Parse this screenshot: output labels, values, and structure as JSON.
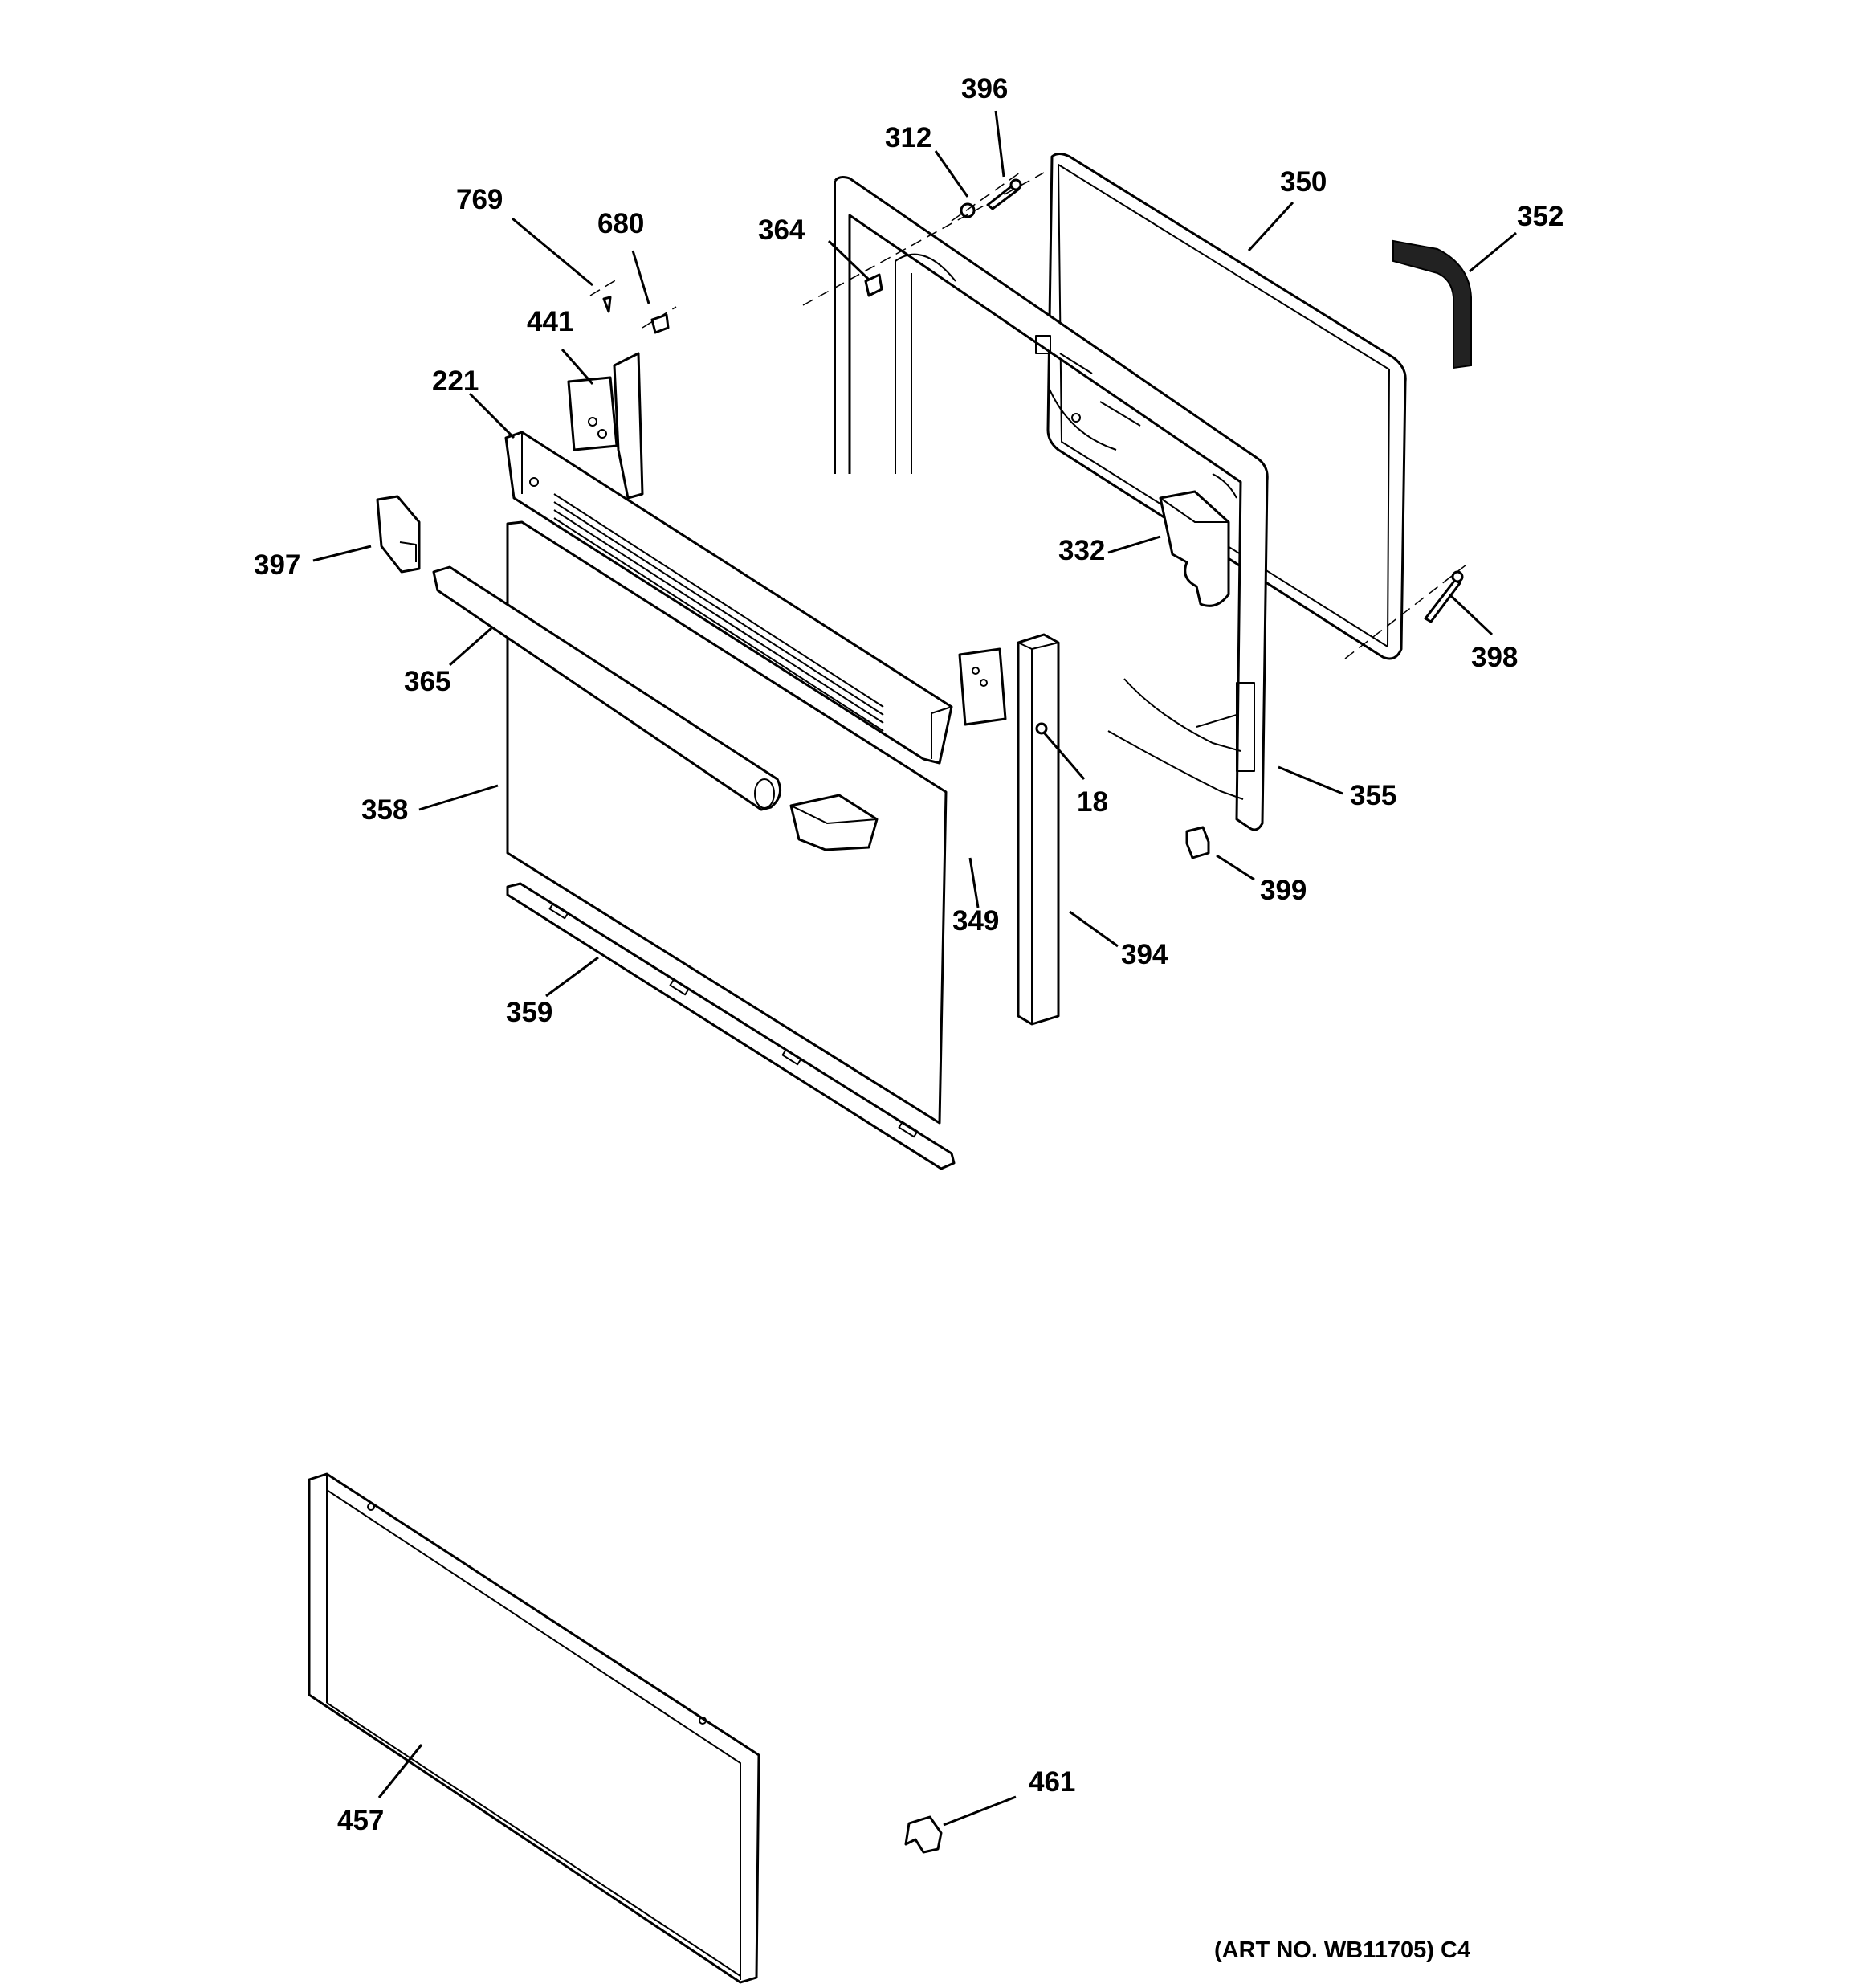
{
  "diagram": {
    "art_number": "(ART NO. WB11705) C4",
    "callouts": {
      "c396": "396",
      "c312": "312",
      "c350": "350",
      "c352": "352",
      "c769": "769",
      "c680": "680",
      "c364": "364",
      "c441": "441",
      "c221": "221",
      "c332": "332",
      "c397": "397",
      "c398": "398",
      "c365": "365",
      "c18": "18",
      "c355": "355",
      "c358": "358",
      "c349": "349",
      "c399": "399",
      "c394": "394",
      "c359": "359",
      "c461": "461",
      "c457": "457"
    }
  }
}
